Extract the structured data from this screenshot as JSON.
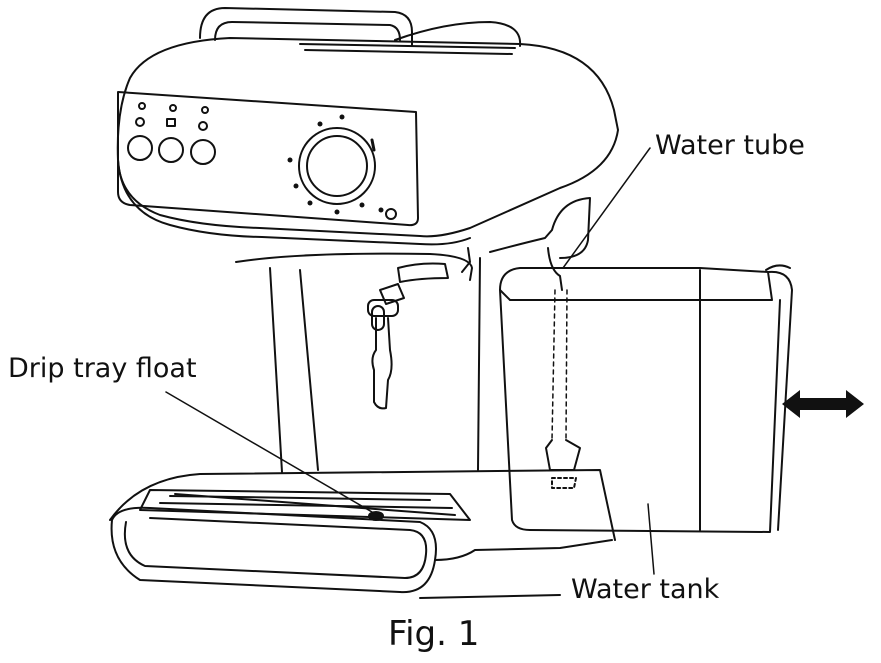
{
  "labels": {
    "water_tube": "Water tube",
    "drip_tray_float": "Drip tray float",
    "water_tank": "Water tank"
  },
  "caption": "Fig. 1",
  "colors": {
    "line": "#111111",
    "background": "#ffffff"
  }
}
